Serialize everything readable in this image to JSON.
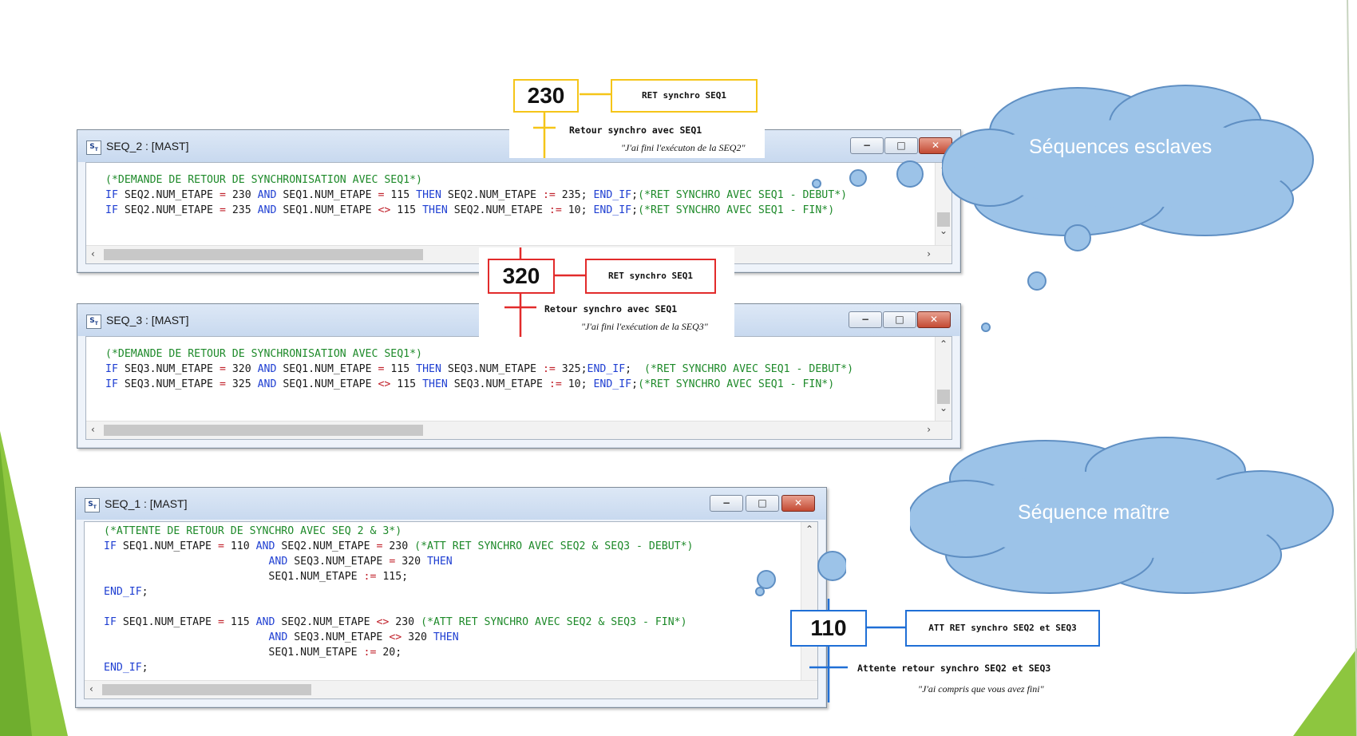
{
  "colors": {
    "accent_green": "#8dc63f",
    "cloud_fill": "#9cc3e8",
    "cloud_stroke": "#5f8fc3",
    "grafcet_yellow": "#f5c518",
    "grafcet_red": "#e22b2b",
    "grafcet_blue": "#1f6fd6"
  },
  "windows": {
    "seq2": {
      "title": "SEQ_2 : [MAST]",
      "icon": "structured-text-icon",
      "min": "−",
      "max": "□",
      "close": "✕",
      "lines": [
        [
          [
            "cm",
            "(*DEMANDE DE RETOUR DE SYNCHRONISATION AVEC SEQ1*)"
          ]
        ],
        [
          [
            "kw",
            "IF"
          ],
          [
            "t",
            " SEQ2.NUM_ETAPE "
          ],
          [
            "op",
            "="
          ],
          [
            "t",
            " 230 "
          ],
          [
            "kw",
            "AND"
          ],
          [
            "t",
            " SEQ1.NUM_ETAPE "
          ],
          [
            "op",
            "="
          ],
          [
            "t",
            " 115 "
          ],
          [
            "kw",
            "THEN"
          ],
          [
            "t",
            " SEQ2.NUM_ETAPE "
          ],
          [
            "op",
            ":="
          ],
          [
            "t",
            " 235; "
          ],
          [
            "kw",
            "END_IF"
          ],
          [
            "t",
            ";"
          ],
          [
            "cm",
            "(*RET SYNCHRO AVEC SEQ1 - DEBUT*)"
          ]
        ],
        [
          [
            "kw",
            "IF"
          ],
          [
            "t",
            " SEQ2.NUM_ETAPE "
          ],
          [
            "op",
            "="
          ],
          [
            "t",
            " 235 "
          ],
          [
            "kw",
            "AND"
          ],
          [
            "t",
            " SEQ1.NUM_ETAPE "
          ],
          [
            "op",
            "<>"
          ],
          [
            "t",
            " 115 "
          ],
          [
            "kw",
            "THEN"
          ],
          [
            "t",
            " SEQ2.NUM_ETAPE "
          ],
          [
            "op",
            ":="
          ],
          [
            "t",
            " 10; "
          ],
          [
            "kw",
            "END_IF"
          ],
          [
            "t",
            ";"
          ],
          [
            "cm",
            "(*RET SYNCHRO AVEC SEQ1 - FIN*)"
          ]
        ]
      ]
    },
    "seq3": {
      "title": "SEQ_3 : [MAST]",
      "icon": "structured-text-icon",
      "min": "−",
      "max": "□",
      "close": "✕",
      "lines": [
        [
          [
            "cm",
            "(*DEMANDE DE RETOUR DE SYNCHRONISATION AVEC SEQ1*)"
          ]
        ],
        [
          [
            "kw",
            "IF"
          ],
          [
            "t",
            " SEQ3.NUM_ETAPE "
          ],
          [
            "op",
            "="
          ],
          [
            "t",
            " 320 "
          ],
          [
            "kw",
            "AND"
          ],
          [
            "t",
            " SEQ1.NUM_ETAPE "
          ],
          [
            "op",
            "="
          ],
          [
            "t",
            " 115 "
          ],
          [
            "kw",
            "THEN"
          ],
          [
            "t",
            " SEQ3.NUM_ETAPE "
          ],
          [
            "op",
            ":="
          ],
          [
            "t",
            " 325;"
          ],
          [
            "kw",
            "END_IF"
          ],
          [
            "t",
            ";  "
          ],
          [
            "cm",
            "(*RET SYNCHRO AVEC SEQ1 - DEBUT*)"
          ]
        ],
        [
          [
            "kw",
            "IF"
          ],
          [
            "t",
            " SEQ3.NUM_ETAPE "
          ],
          [
            "op",
            "="
          ],
          [
            "t",
            " 325 "
          ],
          [
            "kw",
            "AND"
          ],
          [
            "t",
            " SEQ1.NUM_ETAPE "
          ],
          [
            "op",
            "<>"
          ],
          [
            "t",
            " 115 "
          ],
          [
            "kw",
            "THEN"
          ],
          [
            "t",
            " SEQ3.NUM_ETAPE "
          ],
          [
            "op",
            ":="
          ],
          [
            "t",
            " 10; "
          ],
          [
            "kw",
            "END_IF"
          ],
          [
            "t",
            ";"
          ],
          [
            "cm",
            "(*RET SYNCHRO AVEC SEQ1 - FIN*)"
          ]
        ]
      ]
    },
    "seq1": {
      "title": "SEQ_1 : [MAST]",
      "icon": "structured-text-icon",
      "min": "−",
      "max": "□",
      "close": "✕",
      "lines": [
        [
          [
            "cm",
            "(*ATTENTE DE RETOUR DE SYNCHRO AVEC SEQ 2 & 3*)"
          ]
        ],
        [
          [
            "kw",
            "IF"
          ],
          [
            "t",
            " SEQ1.NUM_ETAPE "
          ],
          [
            "op",
            "="
          ],
          [
            "t",
            " 110 "
          ],
          [
            "kw",
            "AND"
          ],
          [
            "t",
            " SEQ2.NUM_ETAPE "
          ],
          [
            "op",
            "="
          ],
          [
            "t",
            " 230 "
          ],
          [
            "cm",
            "(*ATT RET SYNCHRO AVEC SEQ2 & SEQ3 - DEBUT*)"
          ]
        ],
        [
          [
            "t",
            "                          "
          ],
          [
            "kw",
            "AND"
          ],
          [
            "t",
            " SEQ3.NUM_ETAPE "
          ],
          [
            "op",
            "="
          ],
          [
            "t",
            " 320 "
          ],
          [
            "kw",
            "THEN"
          ]
        ],
        [
          [
            "t",
            "                          SEQ1.NUM_ETAPE "
          ],
          [
            "op",
            ":="
          ],
          [
            "t",
            " 115;"
          ]
        ],
        [
          [
            "kw",
            "END_IF"
          ],
          [
            "t",
            ";"
          ]
        ],
        [
          [
            "t",
            ""
          ]
        ],
        [
          [
            "kw",
            "IF"
          ],
          [
            "t",
            " SEQ1.NUM_ETAPE "
          ],
          [
            "op",
            "="
          ],
          [
            "t",
            " 115 "
          ],
          [
            "kw",
            "AND"
          ],
          [
            "t",
            " SEQ2.NUM_ETAPE "
          ],
          [
            "op",
            "<>"
          ],
          [
            "t",
            " 230 "
          ],
          [
            "cm",
            "(*ATT RET SYNCHRO AVEC SEQ2 & SEQ3 - FIN*)"
          ]
        ],
        [
          [
            "t",
            "                          "
          ],
          [
            "kw",
            "AND"
          ],
          [
            "t",
            " SEQ3.NUM_ETAPE "
          ],
          [
            "op",
            "<>"
          ],
          [
            "t",
            " 320 "
          ],
          [
            "kw",
            "THEN"
          ]
        ],
        [
          [
            "t",
            "                          SEQ1.NUM_ETAPE "
          ],
          [
            "op",
            ":="
          ],
          [
            "t",
            " 20;"
          ]
        ],
        [
          [
            "kw",
            "END_IF"
          ],
          [
            "t",
            ";"
          ]
        ]
      ]
    }
  },
  "grafcets": {
    "g230": {
      "step": "230",
      "action": "RET synchro SEQ1",
      "transition": "Retour synchro avec SEQ1",
      "quote": "\"J'ai fini l'exécuton de la SEQ2\""
    },
    "g320": {
      "step": "320",
      "action": "RET synchro SEQ1",
      "transition": "Retour synchro avec SEQ1",
      "quote": "\"J'ai fini l'exécution de la SEQ3\""
    },
    "g110": {
      "step": "110",
      "action": "ATT RET synchro SEQ2 et SEQ3",
      "transition": "Attente retour synchro SEQ2 et SEQ3",
      "quote": "\"J'ai compris que vous avez fini\""
    }
  },
  "clouds": {
    "slaves": "Séquences esclaves",
    "master": "Séquence maître"
  }
}
